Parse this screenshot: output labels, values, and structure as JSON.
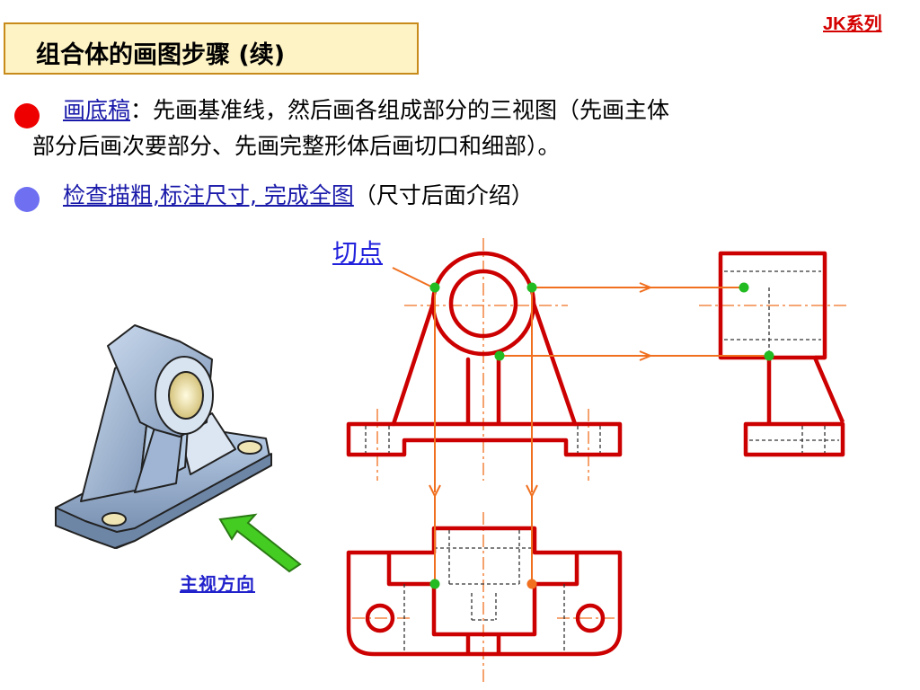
{
  "brand": "JK系列",
  "title": "组合体的画图步骤 (续)",
  "step1": {
    "term": "画底稿",
    "text_a": "：先画基准线，然后画各组成部分的三视图（先画主体",
    "text_b": "部分后画次要部分、先画完整形体后画切口和细部）。"
  },
  "step2": {
    "term": "检查描粗,标注尺寸, 完成全图",
    "text": "（尺寸后面介绍）"
  },
  "labels": {
    "tangent": "切点",
    "view_direction": "主视方向"
  },
  "colors": {
    "outline": "#cc0000",
    "construction": "#f07020",
    "tangent_point": "#22bb22",
    "bullet1": "#ee0000",
    "bullet2": "#6f6ff2",
    "link": "#1a1aaa",
    "arrow": "#44cc22"
  }
}
